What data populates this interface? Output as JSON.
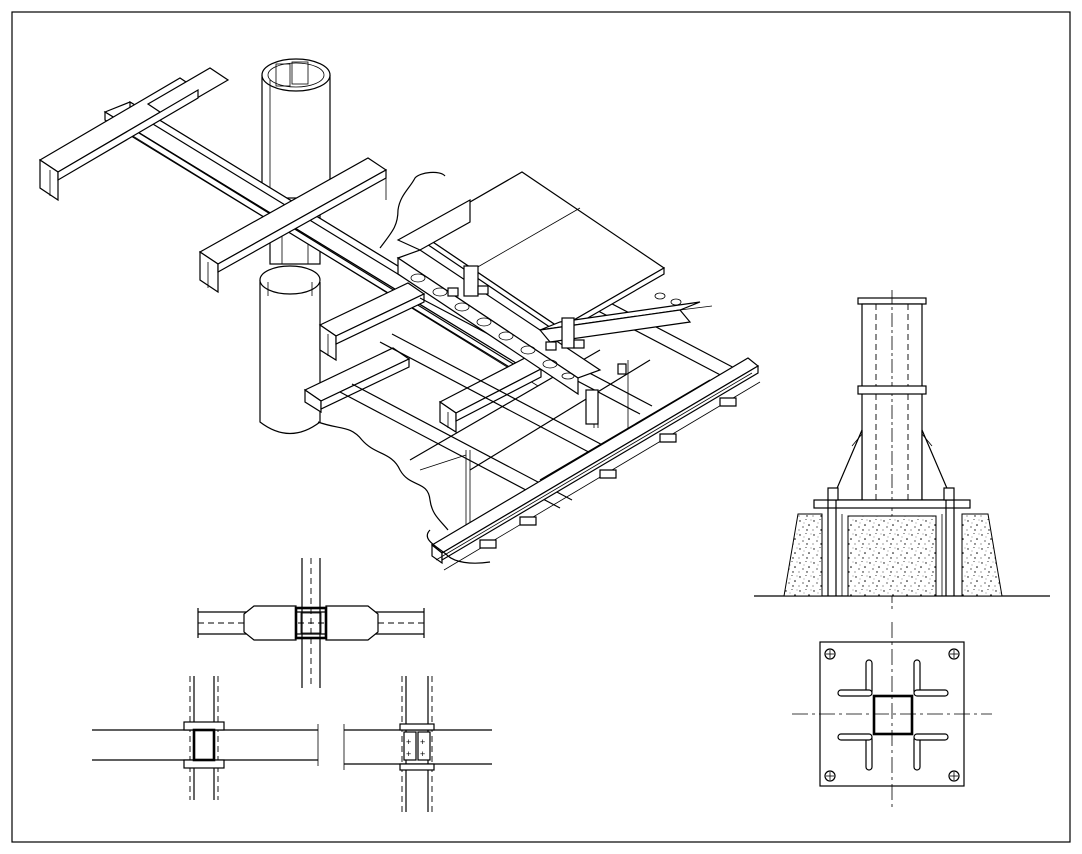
{
  "drawing": {
    "background": "#ffffff",
    "line_color": "#000000",
    "views": [
      {
        "id": "isometric-assembly",
        "icon": "steel-frame-isometric-icon"
      },
      {
        "id": "column-base-elevation",
        "icon": "column-base-elevation-icon"
      },
      {
        "id": "base-plate-plan",
        "icon": "base-plate-plan-icon"
      },
      {
        "id": "welded-beam-column-plan",
        "icon": "beam-column-joint-plan-icon"
      },
      {
        "id": "bolted-joint-plan-left",
        "icon": "bolted-joint-plan-icon"
      },
      {
        "id": "bolted-joint-plan-right",
        "icon": "bolted-joint-plan-icon"
      }
    ]
  }
}
